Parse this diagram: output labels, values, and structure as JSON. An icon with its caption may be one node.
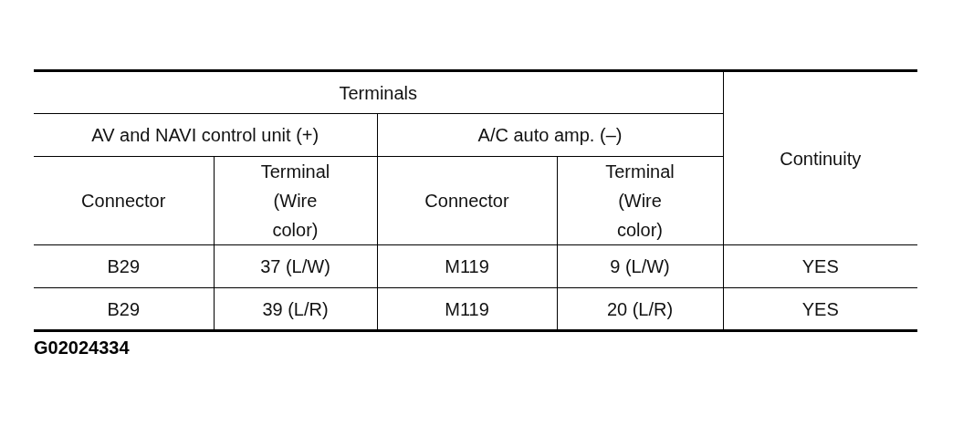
{
  "diagram": {
    "labels": [
      "Terminals",
      "Continuity",
      "AV and NAVI control unit (+)",
      "A/C auto amp. (–)",
      "Connector",
      "Terminal (Wire color)",
      "Connector",
      "Terminal (Wire color)",
      "B29",
      "37 (L/W)",
      "M119",
      "9 (L/W)",
      "YES",
      "B29",
      "39 (L/R)",
      "M119",
      "20 (L/R)",
      "YES",
      "G02024334"
    ]
  }
}
